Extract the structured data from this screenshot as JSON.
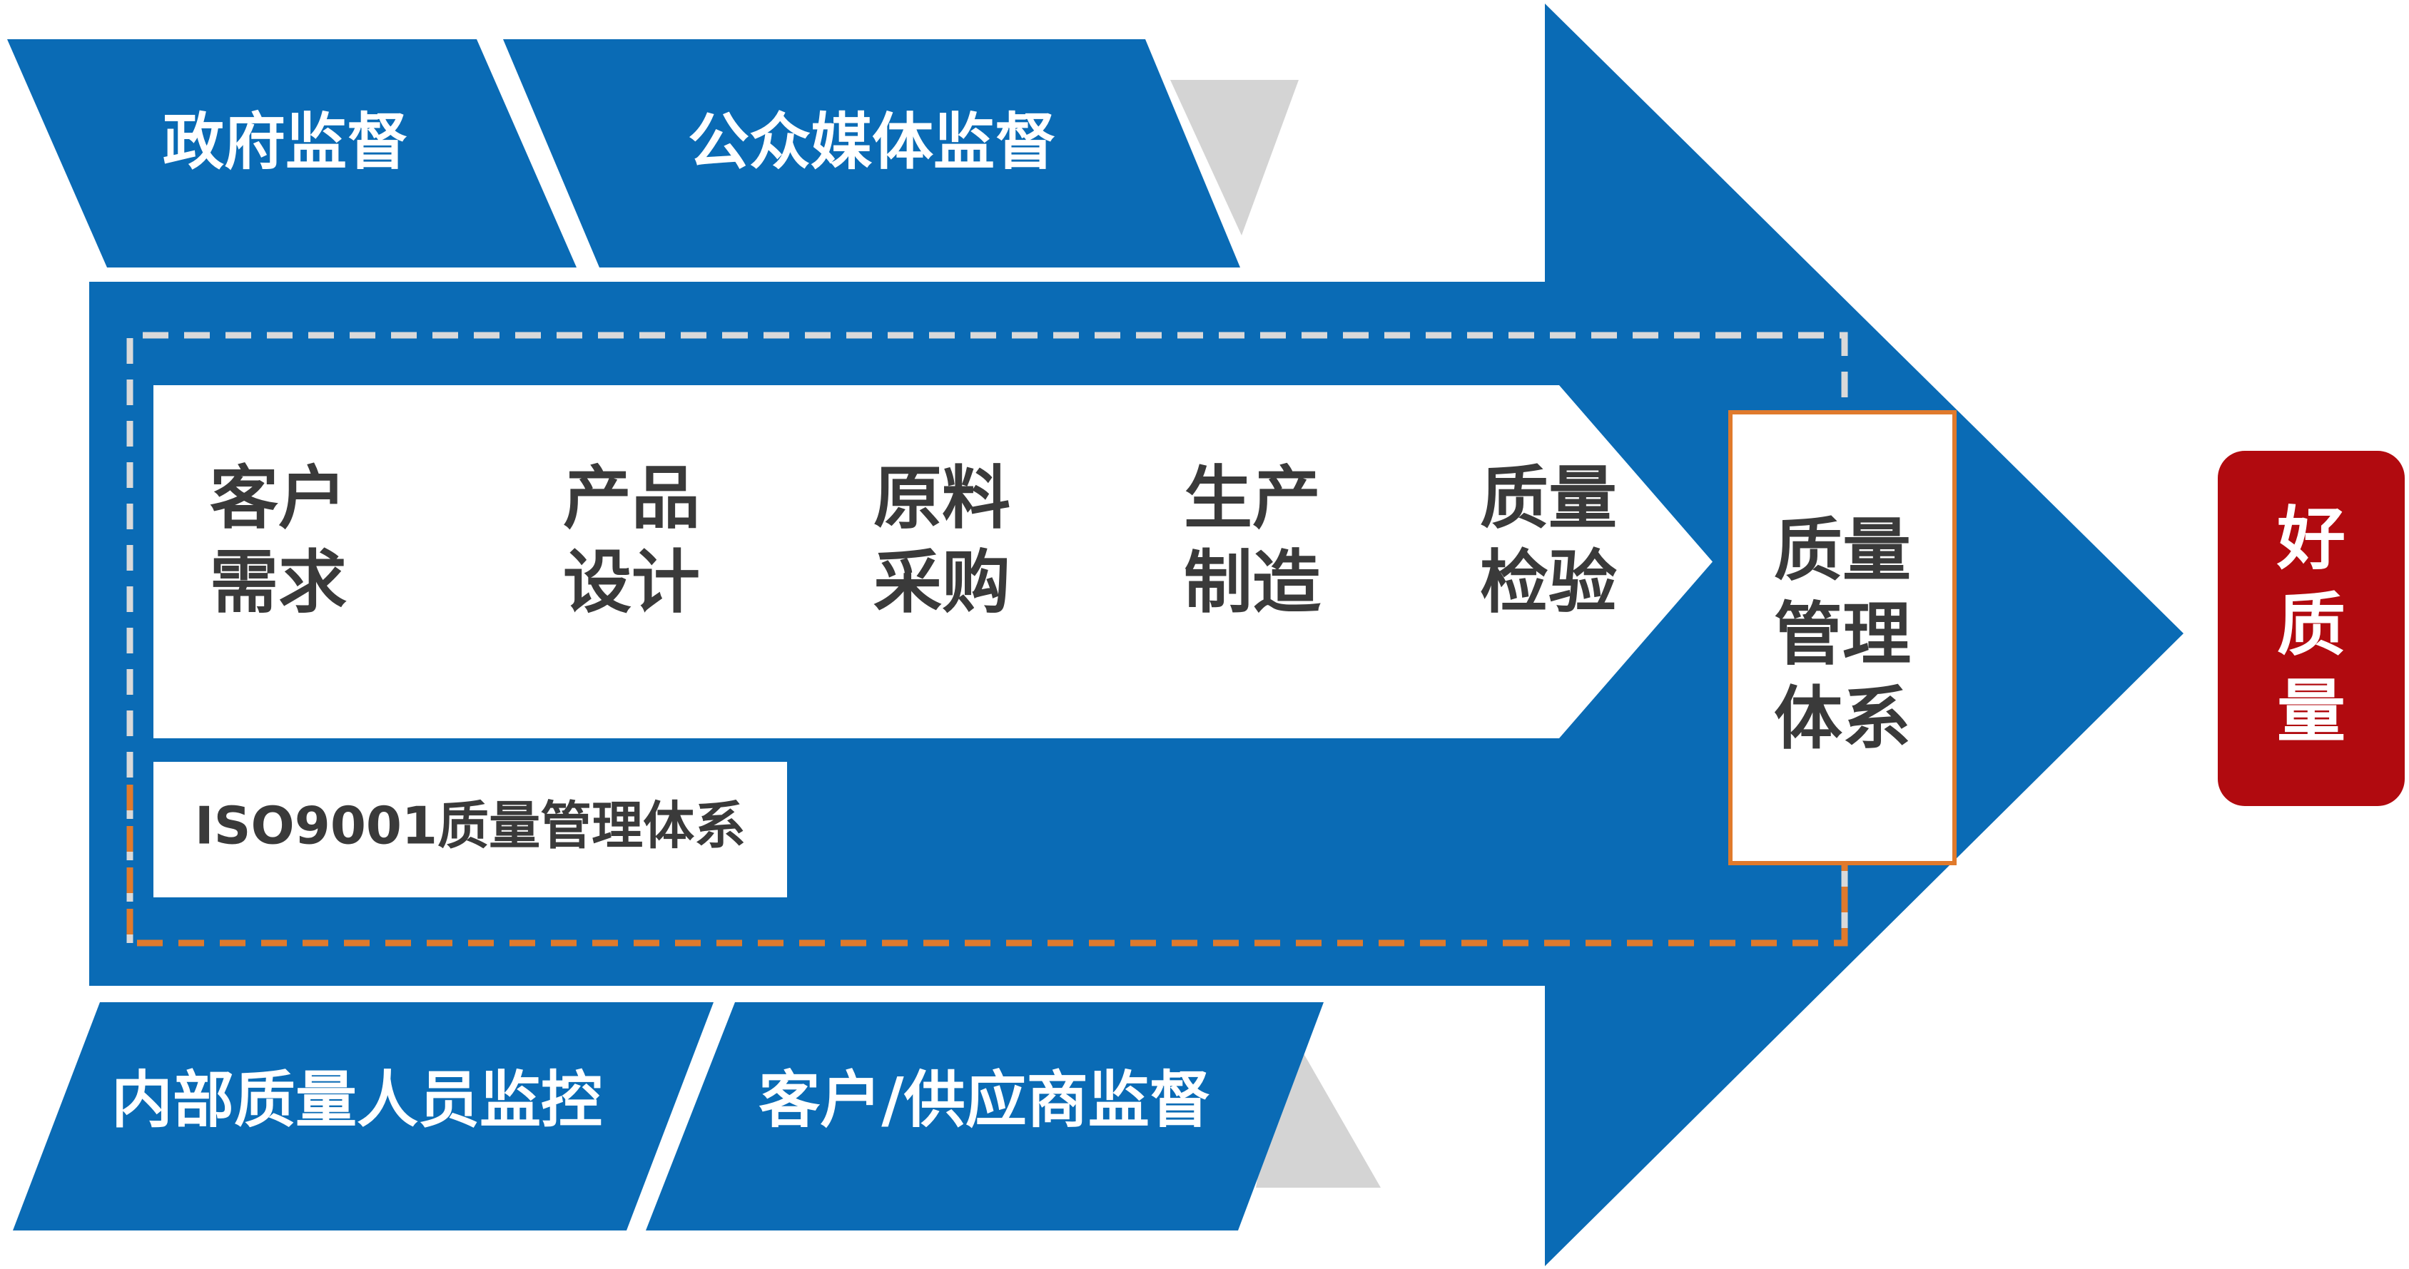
{
  "colors": {
    "blue": "#0a6bb5",
    "gray": "#d4d4d4",
    "red": "#b10a0f",
    "dash": "#d9d9d9",
    "orange": "#e07a2c",
    "text_dark": "#3a3a3a",
    "white": "#ffffff"
  },
  "top_banners": {
    "government": "政府监督",
    "media": "公众媒体监督"
  },
  "bottom_banners": {
    "internal": "内部质量人员监控",
    "customer_supplier": "客户/供应商监督"
  },
  "process_steps": [
    {
      "line1": "客户",
      "line2": "需求"
    },
    {
      "line1": "产品",
      "line2": "设计"
    },
    {
      "line1": "原料",
      "line2": "采购"
    },
    {
      "line1": "生产",
      "line2": "制造"
    },
    {
      "line1": "质量",
      "line2": "检验"
    }
  ],
  "iso_label": "ISO9001质量管理体系",
  "qms_box": {
    "line1": "质量",
    "line2": "管理",
    "line3": "体系"
  },
  "result": {
    "line1": "好",
    "line2": "质",
    "line3": "量"
  }
}
